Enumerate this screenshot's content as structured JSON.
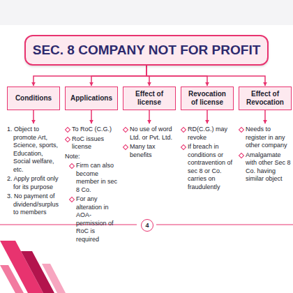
{
  "diagram": {
    "nodes": [
      {
        "text": [
          "SEC. 8 COMPANY NOT FOR PROFIT"
        ]
      },
      {
        "text": [
          "Conditions"
        ]
      },
      {
        "text": [
          "Applications"
        ]
      },
      {
        "text": [
          "Effect of license"
        ]
      },
      {
        "text": [
          "Revocation of license"
        ]
      },
      {
        "text": [
          "Effect of Revocation"
        ]
      },
      {
        "text": [
          "1. Object to promote Art, Science, sports, Education, Social welfare, etc.",
          "2. Apply profit only for its purpose",
          "3. No payment of dividend/surplus to members"
        ]
      },
      {
        "text": [
          "To RoC (C.G.)",
          "RoC issues license",
          "Note:",
          "Firm can also become member in sec 8 Co.",
          "For any alteration in AOA- permission of RoC is required"
        ]
      },
      {
        "text": [
          "No use of word Ltd. or Pvt. Ltd.",
          "Many tax benefits"
        ]
      },
      {
        "text": [
          "RD(C.G.) may revoke",
          "If breach in conditions or contravention of sec 8 or Co. carries on fraudulently"
        ]
      },
      {
        "text": [
          "Needs to register in any other company",
          "Amalgamate with other Sec 8 Co. having similar object"
        ]
      }
    ],
    "edges": [
      {
        "from": 0,
        "to": 1,
        "arrow": "to"
      },
      {
        "from": 0,
        "to": 2,
        "arrow": "to"
      },
      {
        "from": 0,
        "to": 3,
        "arrow": "to"
      },
      {
        "from": 0,
        "to": 4,
        "arrow": "to"
      },
      {
        "from": 0,
        "to": 5,
        "arrow": "to"
      },
      {
        "from": 1,
        "to": 6,
        "arrow": "to"
      },
      {
        "from": 2,
        "to": 7,
        "arrow": "to"
      },
      {
        "from": 3,
        "to": 8,
        "arrow": "to"
      },
      {
        "from": 4,
        "to": 9,
        "arrow": "to"
      },
      {
        "from": 5,
        "to": 10,
        "arrow": "to"
      }
    ],
    "labels": [
      "4"
    ]
  }
}
